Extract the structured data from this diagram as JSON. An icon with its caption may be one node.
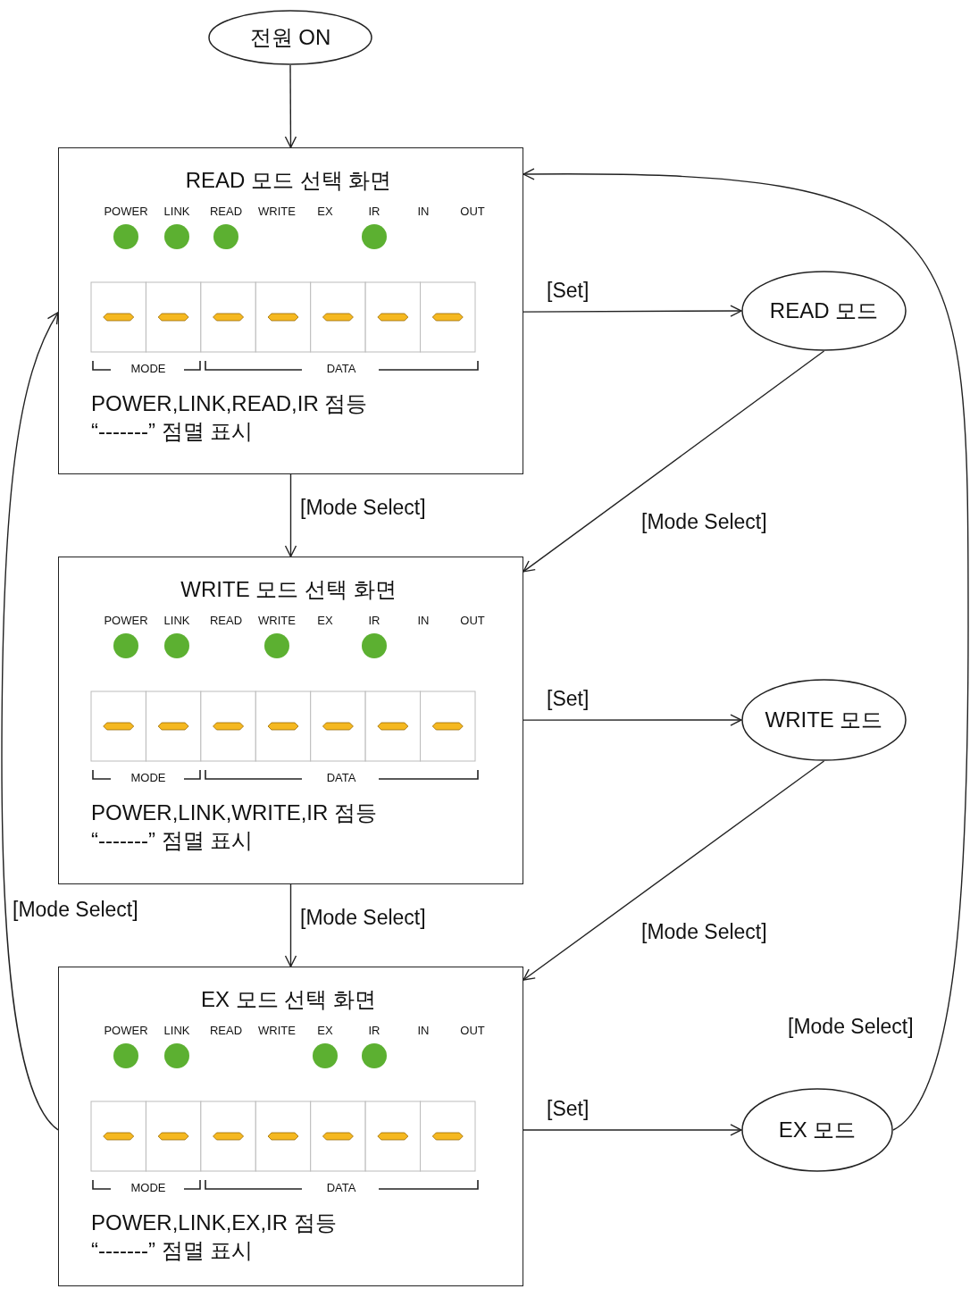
{
  "diagram": {
    "nodes": [
      {
        "text": [
          "전원 ON"
        ]
      },
      {
        "text": [
          "READ 모드 선택 화면",
          "POWER",
          "LINK",
          "READ",
          "WRITE",
          "EX",
          "IR",
          "IN",
          "OUT",
          "MODE",
          "DATA",
          "POWER,LINK,READ,IR 점등",
          "“-------” 점멸 표시"
        ]
      },
      {
        "text": [
          "READ 모드"
        ]
      },
      {
        "text": [
          "WRITE 모드 선택 화면",
          "POWER",
          "LINK",
          "READ",
          "WRITE",
          "EX",
          "IR",
          "IN",
          "OUT",
          "MODE",
          "DATA",
          "POWER,LINK,WRITE,IR 점등",
          "“-------” 점멸 표시"
        ]
      },
      {
        "text": [
          "WRITE 모드"
        ]
      },
      {
        "text": [
          "EX 모드 선택 화면",
          "POWER",
          "LINK",
          "READ",
          "WRITE",
          "EX",
          "IR",
          "IN",
          "OUT",
          "MODE",
          "DATA",
          "POWER,LINK,EX,IR 점등",
          "“-------” 점멸 표시"
        ]
      },
      {
        "text": [
          "EX 모드"
        ]
      }
    ],
    "edges": [
      {
        "from": 0,
        "to": 1,
        "arrow": "to"
      },
      {
        "from": 1,
        "to": 2,
        "arrow": "to",
        "label": "[Set]"
      },
      {
        "from": 2,
        "to": 3,
        "arrow": "to",
        "label": "[Mode Select]"
      },
      {
        "from": 1,
        "to": 3,
        "arrow": "to",
        "label": "[Mode Select]"
      },
      {
        "from": 3,
        "to": 4,
        "arrow": "to",
        "label": "[Set]"
      },
      {
        "from": 4,
        "to": 5,
        "arrow": "to",
        "label": "[Mode Select]"
      },
      {
        "from": 3,
        "to": 5,
        "arrow": "to",
        "label": "[Mode Select]"
      },
      {
        "from": 5,
        "to": 6,
        "arrow": "to",
        "label": "[Set]"
      },
      {
        "from": 6,
        "to": 1,
        "arrow": "to",
        "label": "[Mode Select]"
      },
      {
        "from": 5,
        "to": 1,
        "arrow": "to",
        "label": "[Mode Select]"
      }
    ]
  }
}
